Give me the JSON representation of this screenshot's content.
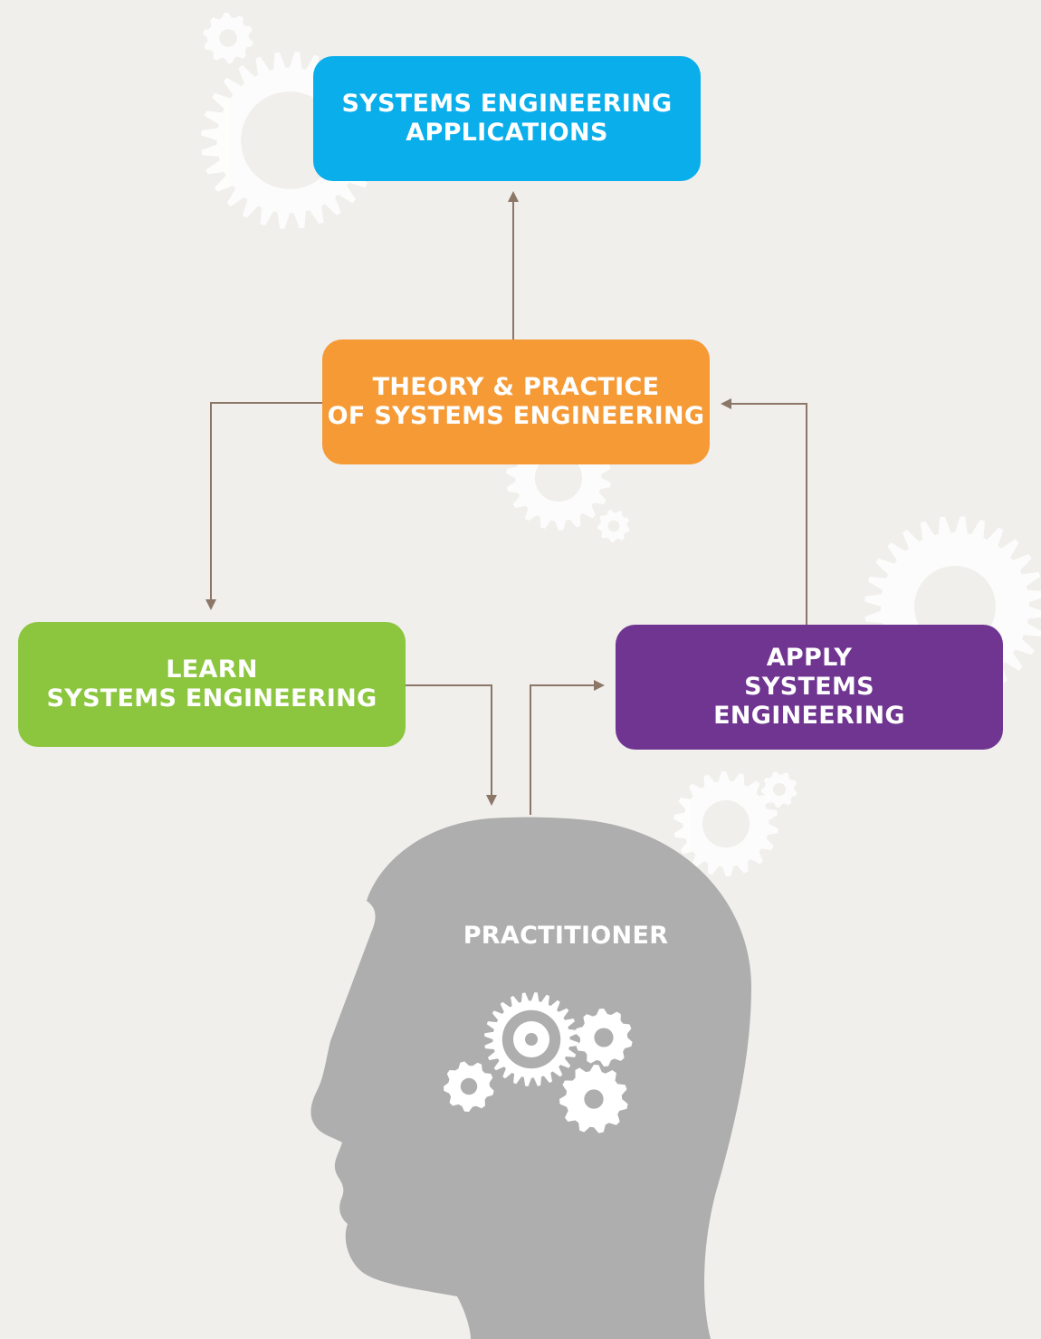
{
  "nodes": {
    "applications": {
      "lines": [
        "SYSTEMS ENGINEERING",
        "APPLICATIONS"
      ],
      "color": "#0aaeeb"
    },
    "theory": {
      "lines": [
        "THEORY & PRACTICE",
        "OF SYSTEMS ENGINEERING"
      ],
      "color": "#f59a35"
    },
    "learn": {
      "lines": [
        "LEARN",
        "SYSTEMS ENGINEERING"
      ],
      "color": "#8cc63f"
    },
    "apply": {
      "lines": [
        "APPLY",
        "SYSTEMS",
        "ENGINEERING"
      ],
      "color": "#6f3591"
    },
    "practitioner": {
      "label": "PRACTITIONER",
      "color": "#aeaeae"
    }
  },
  "edges": [
    {
      "from": "theory",
      "to": "applications"
    },
    {
      "from": "theory",
      "to": "learn"
    },
    {
      "from": "learn",
      "to": "practitioner"
    },
    {
      "from": "practitioner",
      "to": "apply"
    },
    {
      "from": "apply",
      "to": "theory"
    }
  ],
  "colors": {
    "background": "#f0efec",
    "arrow": "#8b7668",
    "gear": "#ffffff"
  },
  "icons": [
    "gear-icon",
    "head-silhouette"
  ]
}
